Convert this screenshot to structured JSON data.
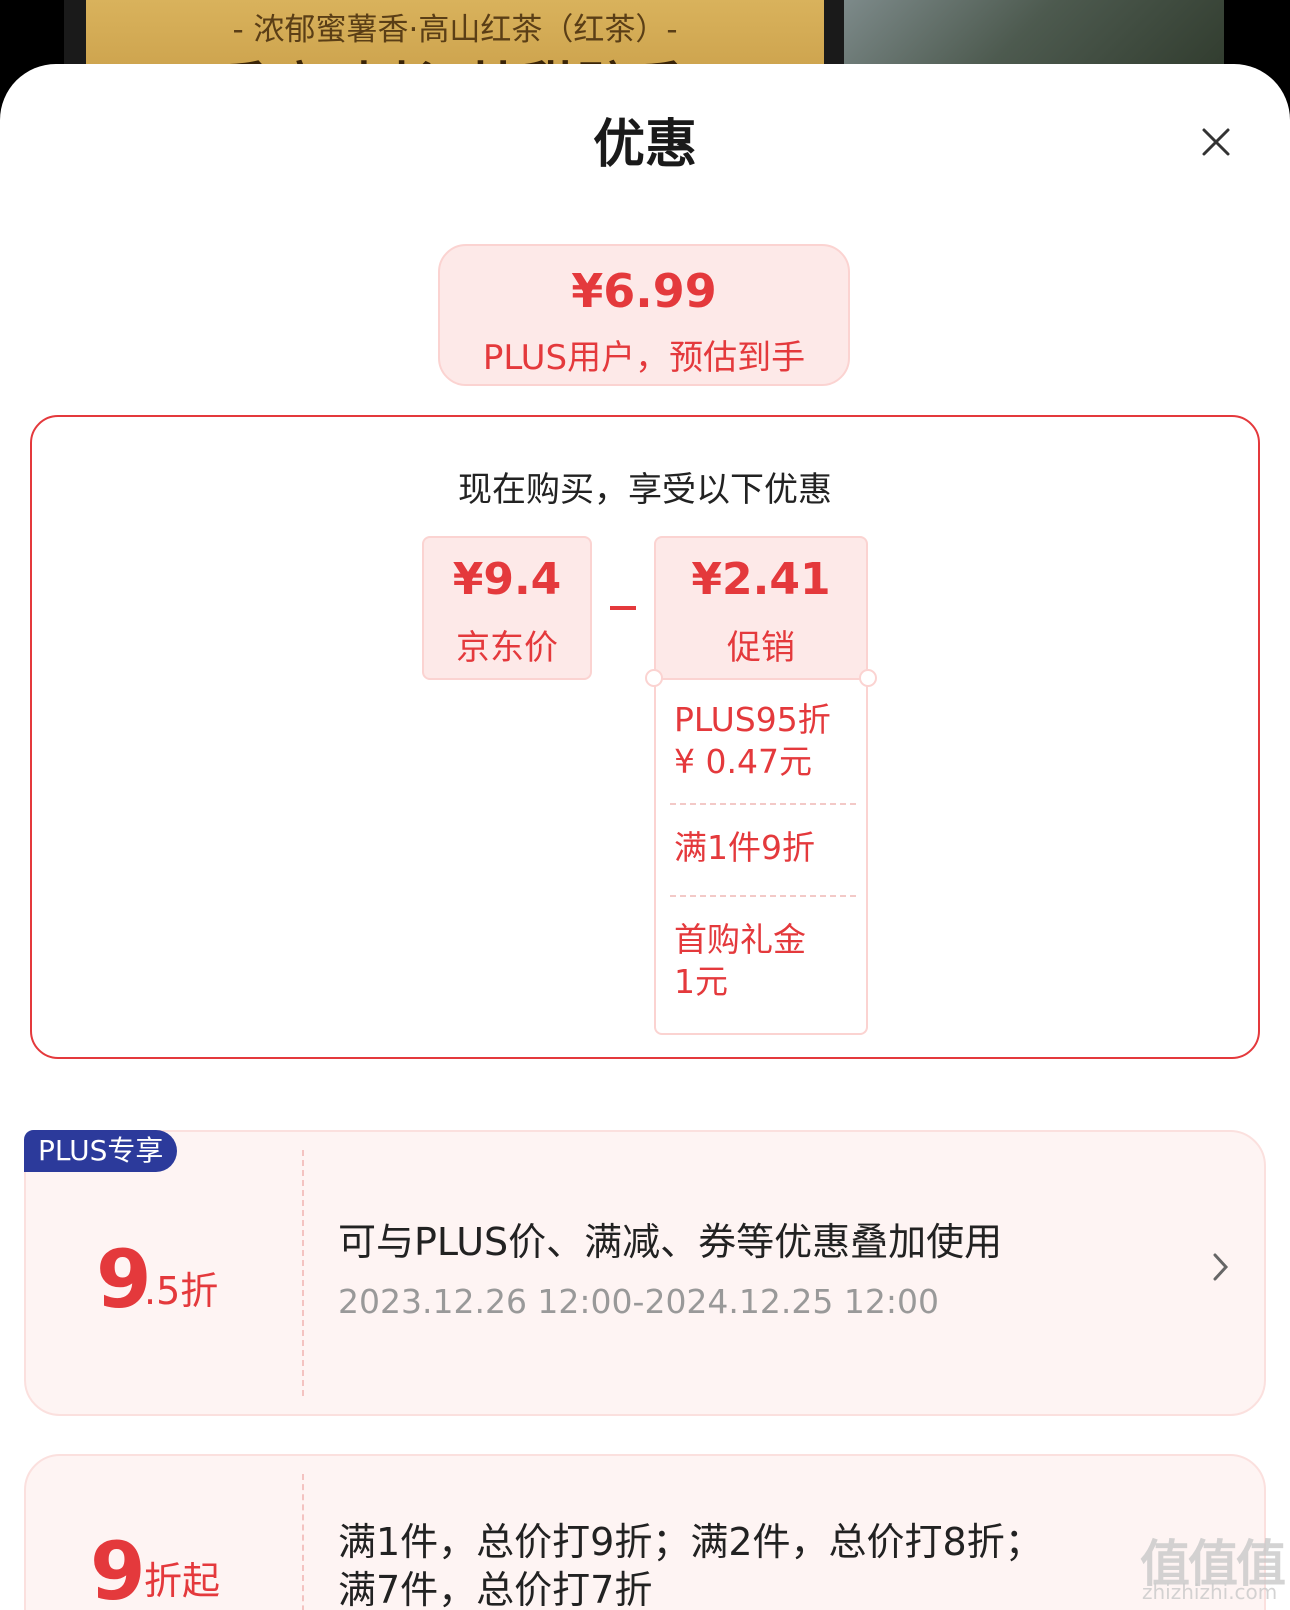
{
  "background": {
    "tagline": "- 浓郁蜜薯香·高山红茶（红茶）-",
    "slogan": "香高味长 甘甜醇香"
  },
  "sheet": {
    "title": "优惠",
    "close_icon": "close-icon"
  },
  "estimate": {
    "price": "¥6.99",
    "label": "PLUS用户，预估到手"
  },
  "breakdown": {
    "subtitle": "现在购买，享受以下优惠",
    "jd_price": {
      "price": "¥9.4",
      "label": "京东价"
    },
    "promotion": {
      "price": "¥2.41",
      "label": "促销"
    },
    "promo_items": [
      {
        "line1": "PLUS95折",
        "line2": "¥ 0.47元"
      },
      {
        "line1": "满1件9折"
      },
      {
        "line1": "首购礼金",
        "line2": "1元"
      }
    ]
  },
  "coupons": [
    {
      "badge": "PLUS专享",
      "discount_main": "9",
      "discount_suffix": ".5折",
      "description": "可与PLUS价、满减、券等优惠叠加使用",
      "date": "2023.12.26 12:00-2024.12.25 12:00"
    },
    {
      "discount_main": "9",
      "discount_suffix": "折起",
      "description_line1": "满1件，总价打9折；满2件，总价打8折；",
      "description_line2": "满7件，总价打7折"
    }
  ],
  "watermark": {
    "main": "值值值",
    "sub": "zhizhizhi.com"
  },
  "colors": {
    "accent": "#e4393c",
    "card_bg": "#fde9e8",
    "plus_badge": "#2c3a9b"
  }
}
